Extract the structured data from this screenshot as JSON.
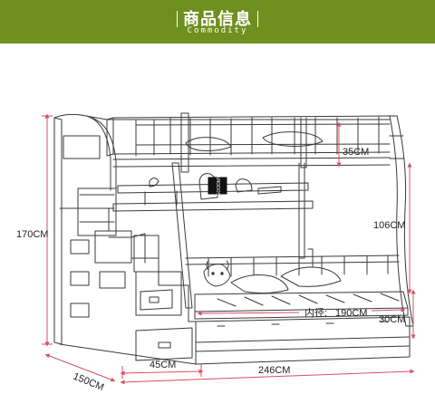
{
  "banner": {
    "title": "商品信息",
    "subtitle": "Commodity"
  },
  "colors": {
    "banner": "#6f8f1f",
    "dimension_line": "#d9505f",
    "outline": "#3a3a3a"
  },
  "product": {
    "shelf_sign": "GOODMY"
  },
  "dimensions": {
    "total_height": "170CM",
    "upper_rail_height": "35CM",
    "lower_clearance": "106CM",
    "inner_size_label": "内径:",
    "inner_length": "190CM",
    "drawer_height": "30CM",
    "depth": "150CM",
    "stair_width": "45CM",
    "total_length": "246CM"
  }
}
